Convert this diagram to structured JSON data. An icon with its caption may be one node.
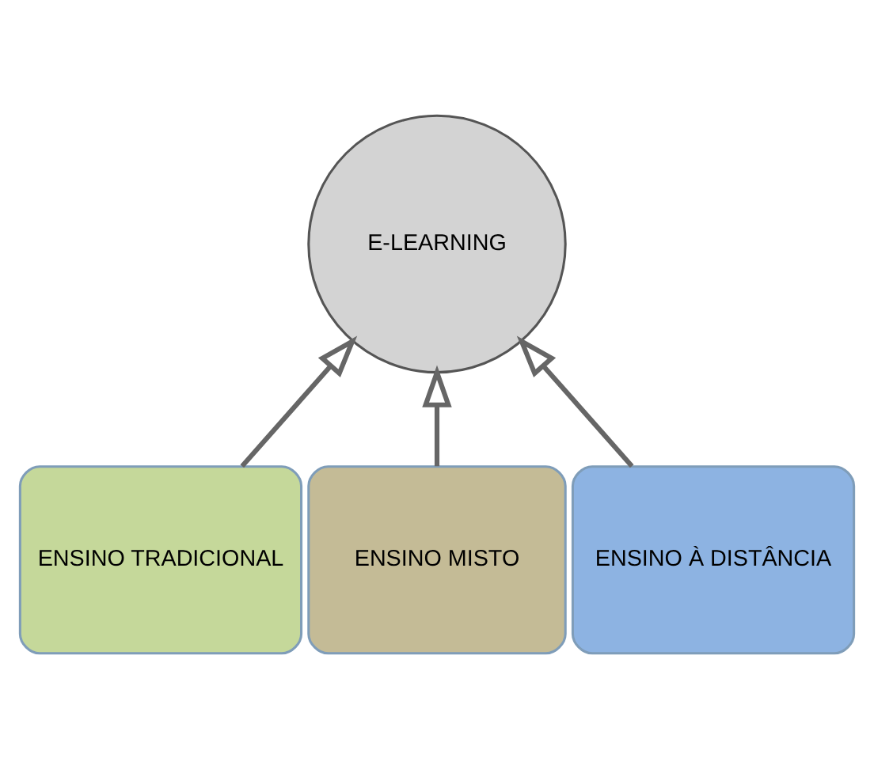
{
  "diagram": {
    "nodes": [
      {
        "text": [
          "E-LEARNING"
        ]
      },
      {
        "text": [
          "ENSINO TRADICIONAL"
        ]
      },
      {
        "text": [
          "ENSINO MISTO"
        ]
      },
      {
        "text": [
          "ENSINO À DISTÂNCIA"
        ]
      }
    ],
    "edges": [
      {
        "from": 1,
        "to": 0,
        "arrow": "to"
      },
      {
        "from": 2,
        "to": 0,
        "arrow": "to"
      },
      {
        "from": 3,
        "to": 0,
        "arrow": "to"
      }
    ]
  }
}
